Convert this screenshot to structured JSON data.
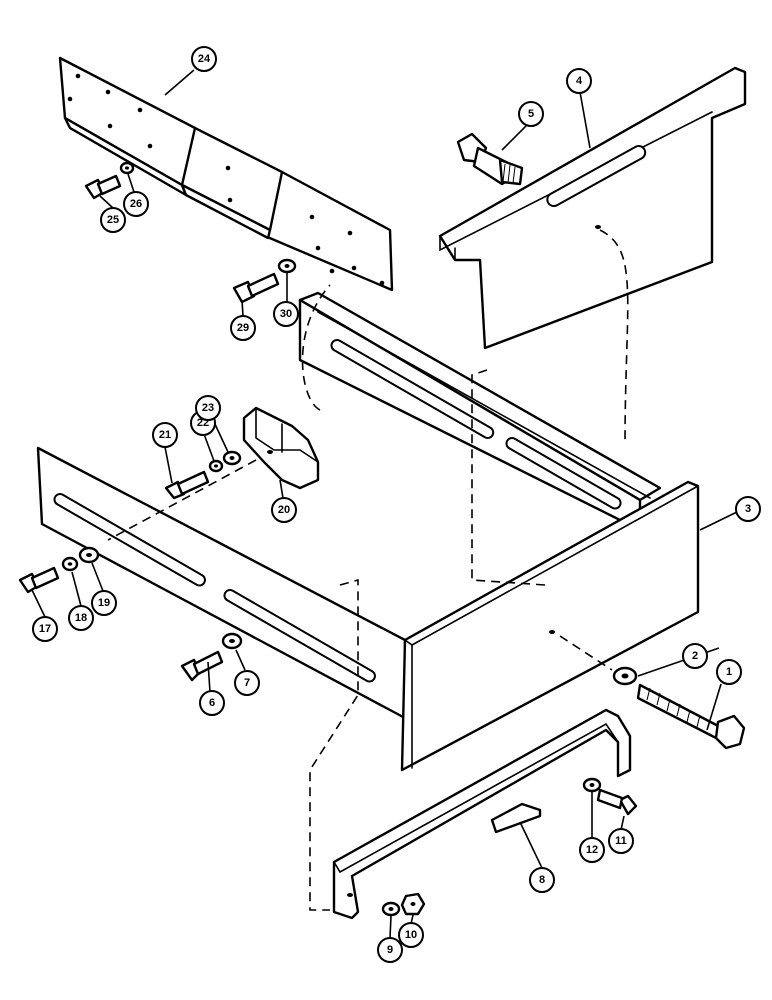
{
  "callouts": {
    "c1": "1",
    "c2": "2",
    "c3": "3",
    "c4": "4",
    "c5": "5",
    "c6": "6",
    "c7": "7",
    "c8": "8",
    "c9": "9",
    "c10": "10",
    "c11": "11",
    "c12": "12",
    "c17": "17",
    "c18": "18",
    "c19": "19",
    "c20": "20",
    "c21": "21",
    "c22": "22",
    "c23": "23",
    "c24": "24",
    "c25": "25",
    "c26": "26",
    "c29": "29",
    "c30": "30"
  }
}
